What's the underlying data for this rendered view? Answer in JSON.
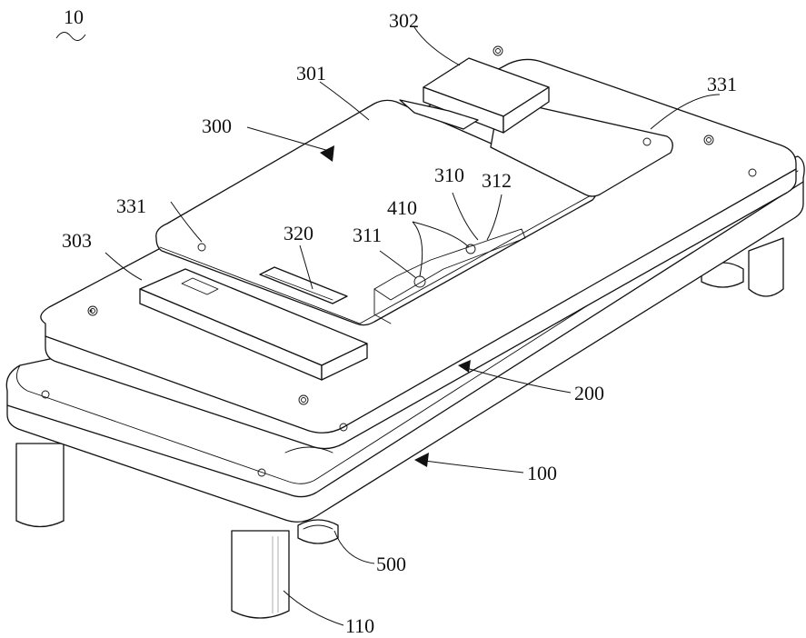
{
  "figure": {
    "labels": {
      "assembly": "10",
      "upper_board": "300",
      "board_301": "301",
      "board_302": "302",
      "board_303": "303",
      "hole_331_right": "331",
      "hole_331_left": "331",
      "slot": "320",
      "part_310": "310",
      "part_311": "311",
      "part_312": "312",
      "pin_410": "410",
      "middle_plate": "200",
      "base_plate": "100",
      "spacer": "500",
      "leg": "110"
    }
  }
}
